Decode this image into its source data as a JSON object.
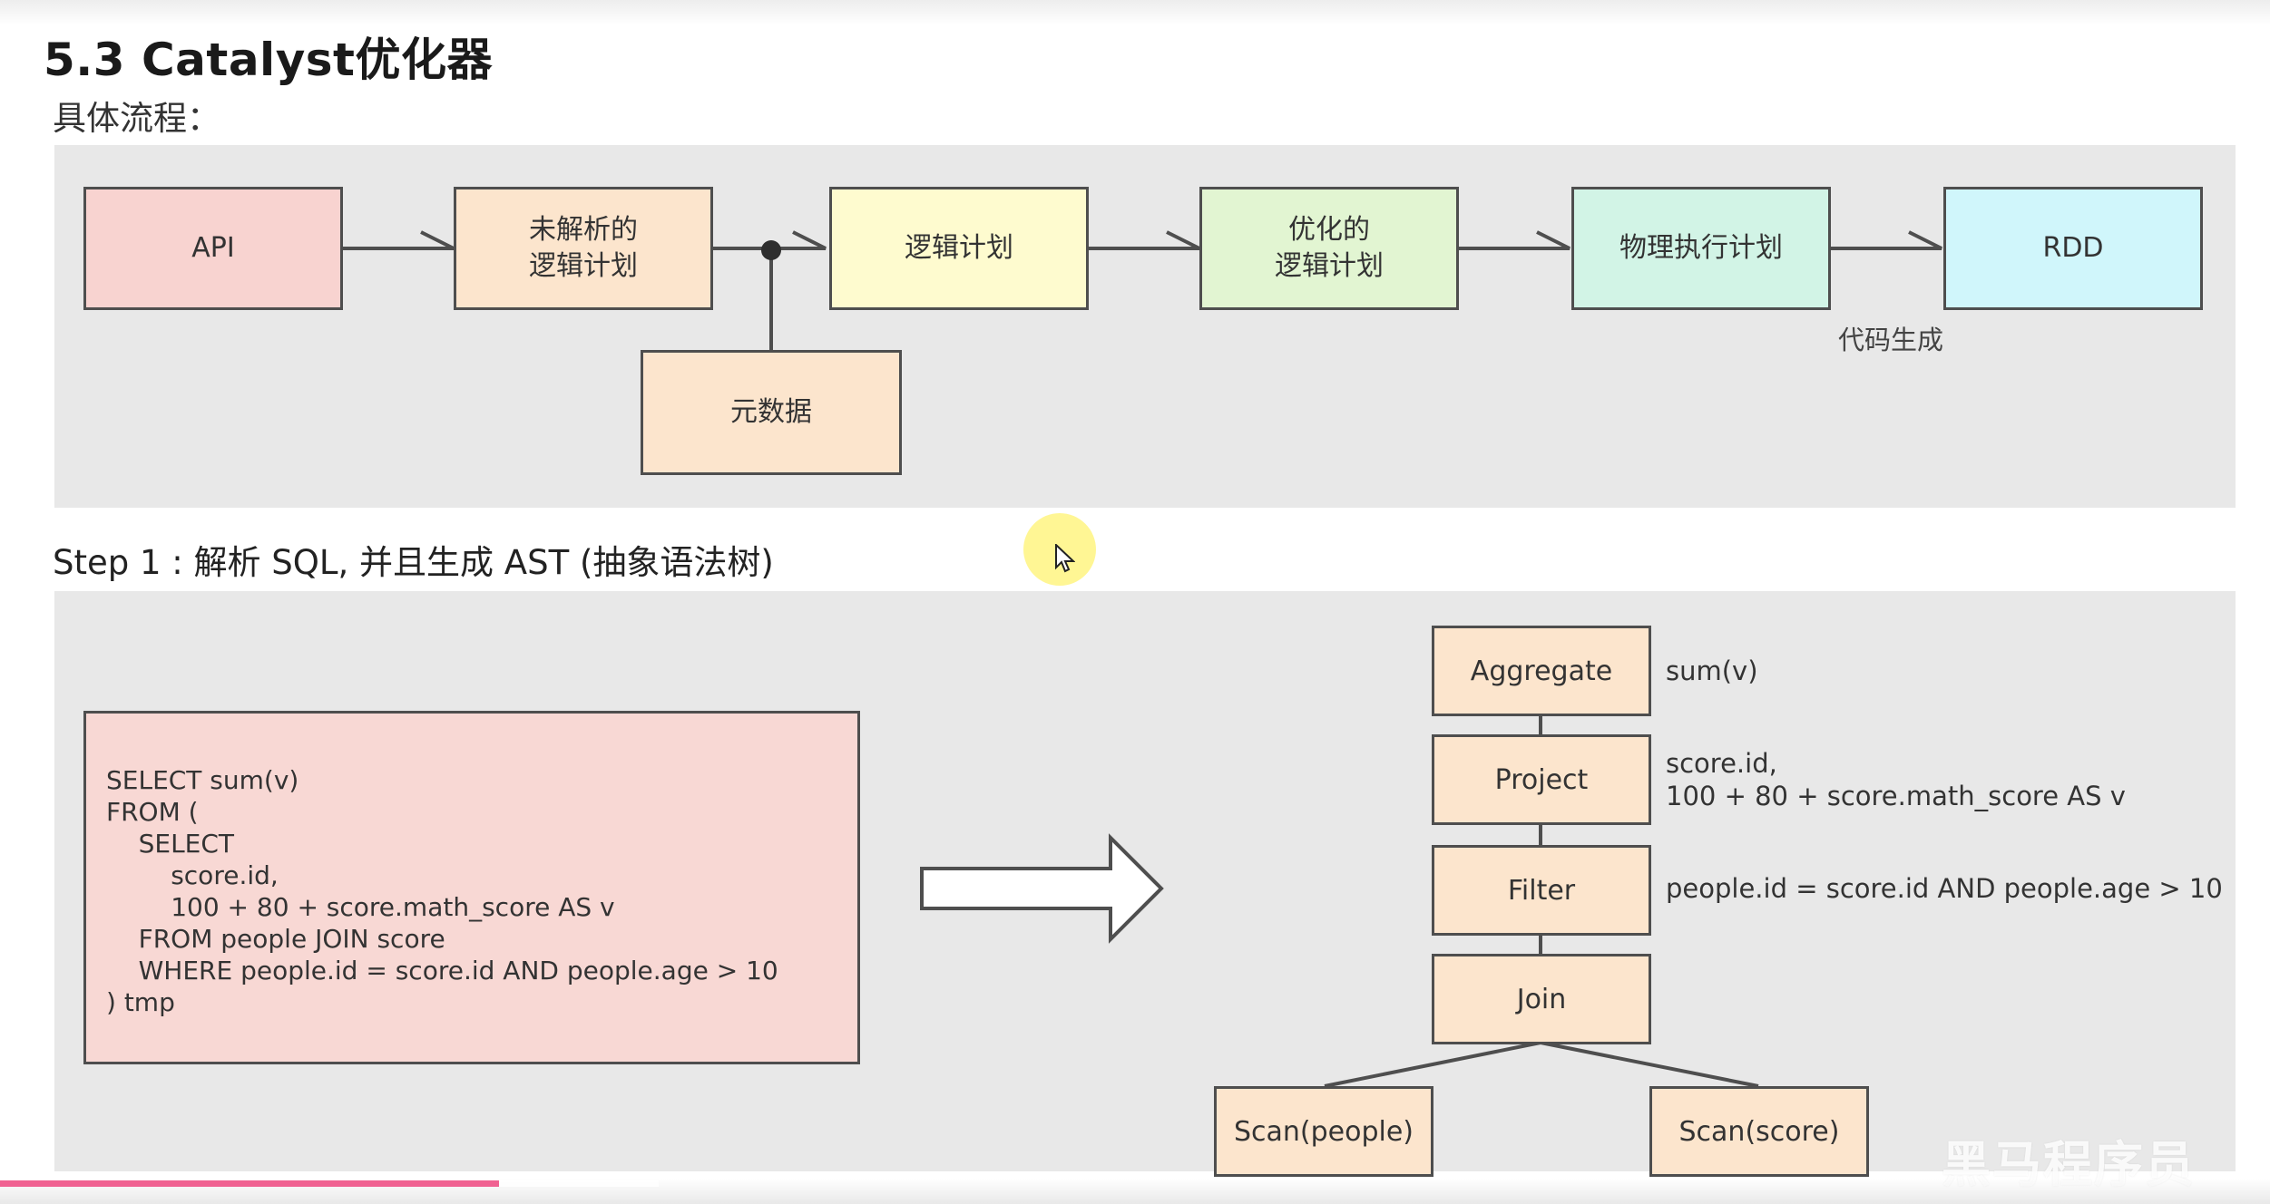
{
  "page": {
    "title": "5.3 Catalyst优化器",
    "subtitle": "具体流程：",
    "step1_title": "Step 1 : 解析 SQL, 并且生成 AST (抽象语法树)",
    "watermark": "黑马程序员"
  },
  "flow": {
    "nodes": [
      {
        "label": "API",
        "color": "#f8d3d0"
      },
      {
        "label": "未解析的\n逻辑计划",
        "color": "#fce5cd"
      },
      {
        "label": "逻辑计划",
        "color": "#fefbcf"
      },
      {
        "label": "优化的\n逻辑计划",
        "color": "#e2f5d2"
      },
      {
        "label": "物理执行计划",
        "color": "#d2f4e6"
      },
      {
        "label": "RDD",
        "color": "#d0f6fb"
      }
    ],
    "metadata_label": "元数据",
    "metadata_color": "#fce5cd",
    "codegen_label": "代码生成"
  },
  "sql": {
    "lines": [
      "SELECT sum(v)",
      "FROM (",
      "    SELECT",
      "        score.id,",
      "        100 + 80 + score.math_score AS v",
      "    FROM people JOIN score",
      "    WHERE people.id = score.id AND people.age > 10",
      ") tmp"
    ]
  },
  "tree": {
    "nodes": [
      {
        "label": "Aggregate",
        "expr": "sum(v)"
      },
      {
        "label": "Project",
        "expr": "score.id,\n100 + 80 + score.math_score AS v"
      },
      {
        "label": "Filter",
        "expr": "people.id = score.id AND people.age > 10"
      },
      {
        "label": "Join",
        "expr": ""
      }
    ],
    "leaves": [
      {
        "label": "Scan(people)"
      },
      {
        "label": "Scan(score)"
      }
    ]
  },
  "video": {
    "played_fraction": 0.22,
    "buffered_fraction": 0.29
  }
}
